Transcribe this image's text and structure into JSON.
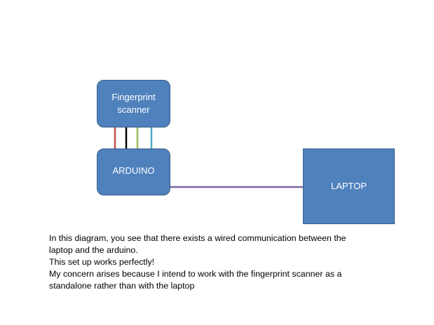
{
  "diagram": {
    "nodes": {
      "scanner": {
        "label_line1": "Fingerprint",
        "label_line2": "scanner"
      },
      "arduino": {
        "label": "ARDUINO"
      },
      "laptop": {
        "label": "LAPTOP"
      }
    },
    "wire_colors": [
      "#c0504d",
      "#000000",
      "#9bbb59",
      "#4bacc6"
    ],
    "usb_link_color": "#8064a2",
    "node_fill": "#4f81bd",
    "node_border": "#385d8a"
  },
  "caption": {
    "line1": "In this diagram, you see that there exists a wired communication between the",
    "line2": "laptop and the arduino.",
    "line3": "This set up works perfectly!",
    "line4": "My concern arises because I intend to work with the fingerprint scanner as a",
    "line5": "standalone rather than with the laptop"
  }
}
